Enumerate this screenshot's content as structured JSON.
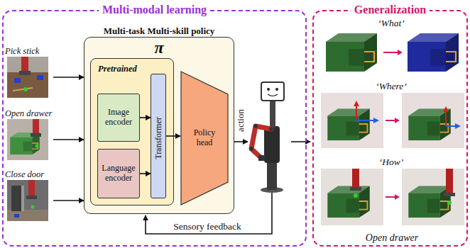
{
  "diagram": {
    "nodes": [
      {
        "text": [
          "Multi-modal learning"
        ]
      },
      {
        "text": [
          "Pick stick"
        ],
        "in": 0
      },
      {
        "text": [
          "Open drawer"
        ],
        "in": 0
      },
      {
        "text": [
          "Close door"
        ],
        "in": 0
      },
      {
        "text": [
          "Multi-task Multi-skill policy",
          "π"
        ],
        "in": 0
      },
      {
        "text": [
          "Pretrained"
        ],
        "in": 4
      },
      {
        "text": [
          "Image encoder"
        ],
        "in": 5
      },
      {
        "text": [
          "Language encoder"
        ],
        "in": 5
      },
      {
        "text": [
          "Transformer"
        ],
        "in": 5
      },
      {
        "text": [
          "Policy head"
        ],
        "in": 4
      },
      {
        "text": [
          "Generalization"
        ]
      }
    ],
    "edges": [
      {
        "from": 1,
        "to": 4,
        "arrow": "to"
      },
      {
        "from": 2,
        "to": 4,
        "arrow": "to"
      },
      {
        "from": 3,
        "to": 4,
        "arrow": "to"
      },
      {
        "from": 6,
        "to": 8,
        "arrow": "to"
      },
      {
        "from": 7,
        "to": 8,
        "arrow": "to"
      },
      {
        "from": 8,
        "to": 9,
        "arrow": "to"
      }
    ],
    "labels": [
      "action",
      "Sensory feedback",
      "‘What’",
      "‘Where’",
      "‘How’",
      "Open drawer"
    ]
  }
}
